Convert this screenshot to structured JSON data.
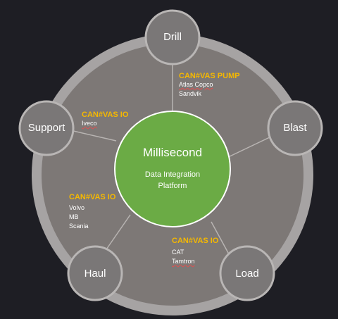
{
  "center": {
    "title": "Millisecond",
    "subtitle_line1": "Data Integration",
    "subtitle_line2": "Platform"
  },
  "nodes": {
    "drill": "Drill",
    "blast": "Blast",
    "load": "Load",
    "haul": "Haul",
    "support": "Support"
  },
  "groups": {
    "pump": {
      "title": "CAN#VAS PUMP",
      "items": [
        "Atlas Copco",
        "Sandvik"
      ]
    },
    "support_io": {
      "title": "CAN#VAS IO",
      "items": [
        "Iveco"
      ]
    },
    "haul_io": {
      "title": "CAN#VAS IO",
      "items": [
        "Volvo",
        "MB",
        "Scania"
      ]
    },
    "load_io": {
      "title": "CAN#VAS IO",
      "items": [
        "CAT",
        "Tamtron"
      ]
    }
  },
  "colors": {
    "background": "#1e1e24",
    "outer_ring": "#a6a3a3",
    "inner_disc": "#7d7876",
    "node_fill": "#7a7777",
    "center_fill": "#6bab45",
    "accent_text": "#f5b800"
  }
}
